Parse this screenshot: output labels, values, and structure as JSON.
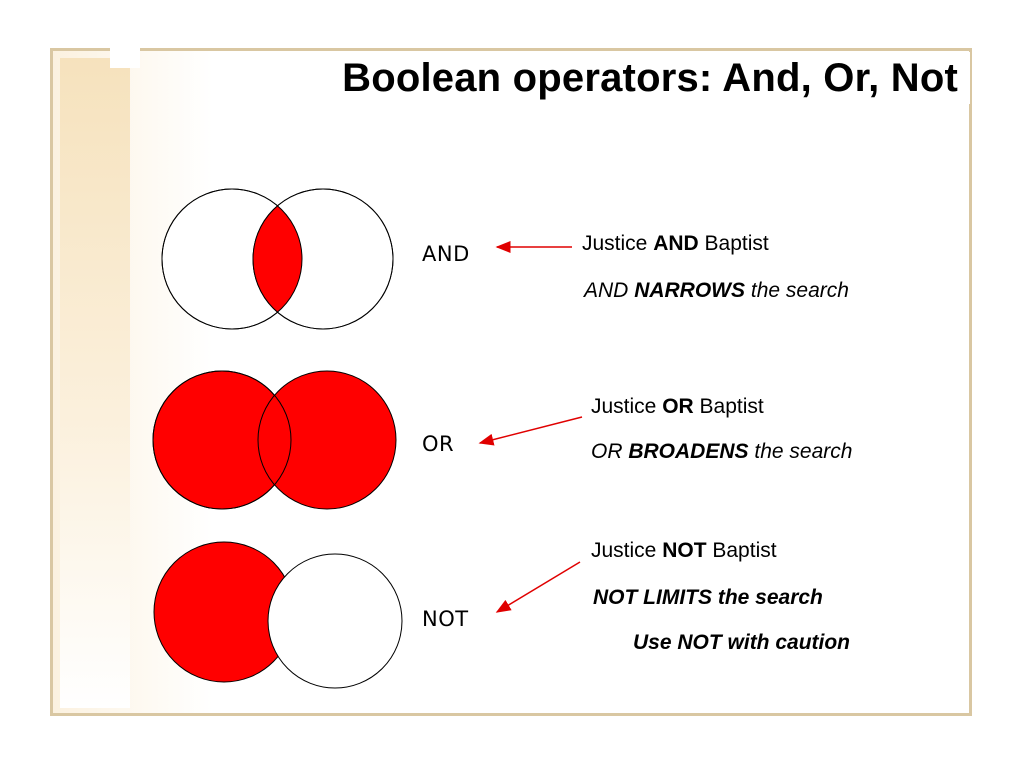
{
  "title": "Boolean operators: And, Or, Not",
  "colors": {
    "fill": "#ff0000",
    "arrow": "#e00000",
    "frame": "#d9c7a2"
  },
  "operators": [
    {
      "label": "AND",
      "example": {
        "pre": "Justice",
        "op": "AND",
        "post": "Baptist"
      },
      "effect": {
        "op": "AND",
        "verb": "NARROWS",
        "rest": "the search"
      }
    },
    {
      "label": "OR",
      "example": {
        "pre": "Justice",
        "op": "OR",
        "post": "Baptist"
      },
      "effect": {
        "op": "OR",
        "verb": "BROADENS",
        "rest": "the search"
      }
    },
    {
      "label": "NOT",
      "example": {
        "pre": "Justice",
        "op": "NOT",
        "post": "Baptist"
      },
      "effect": {
        "text": "NOT LIMITS the search"
      },
      "caution": "Use NOT with caution"
    }
  ]
}
